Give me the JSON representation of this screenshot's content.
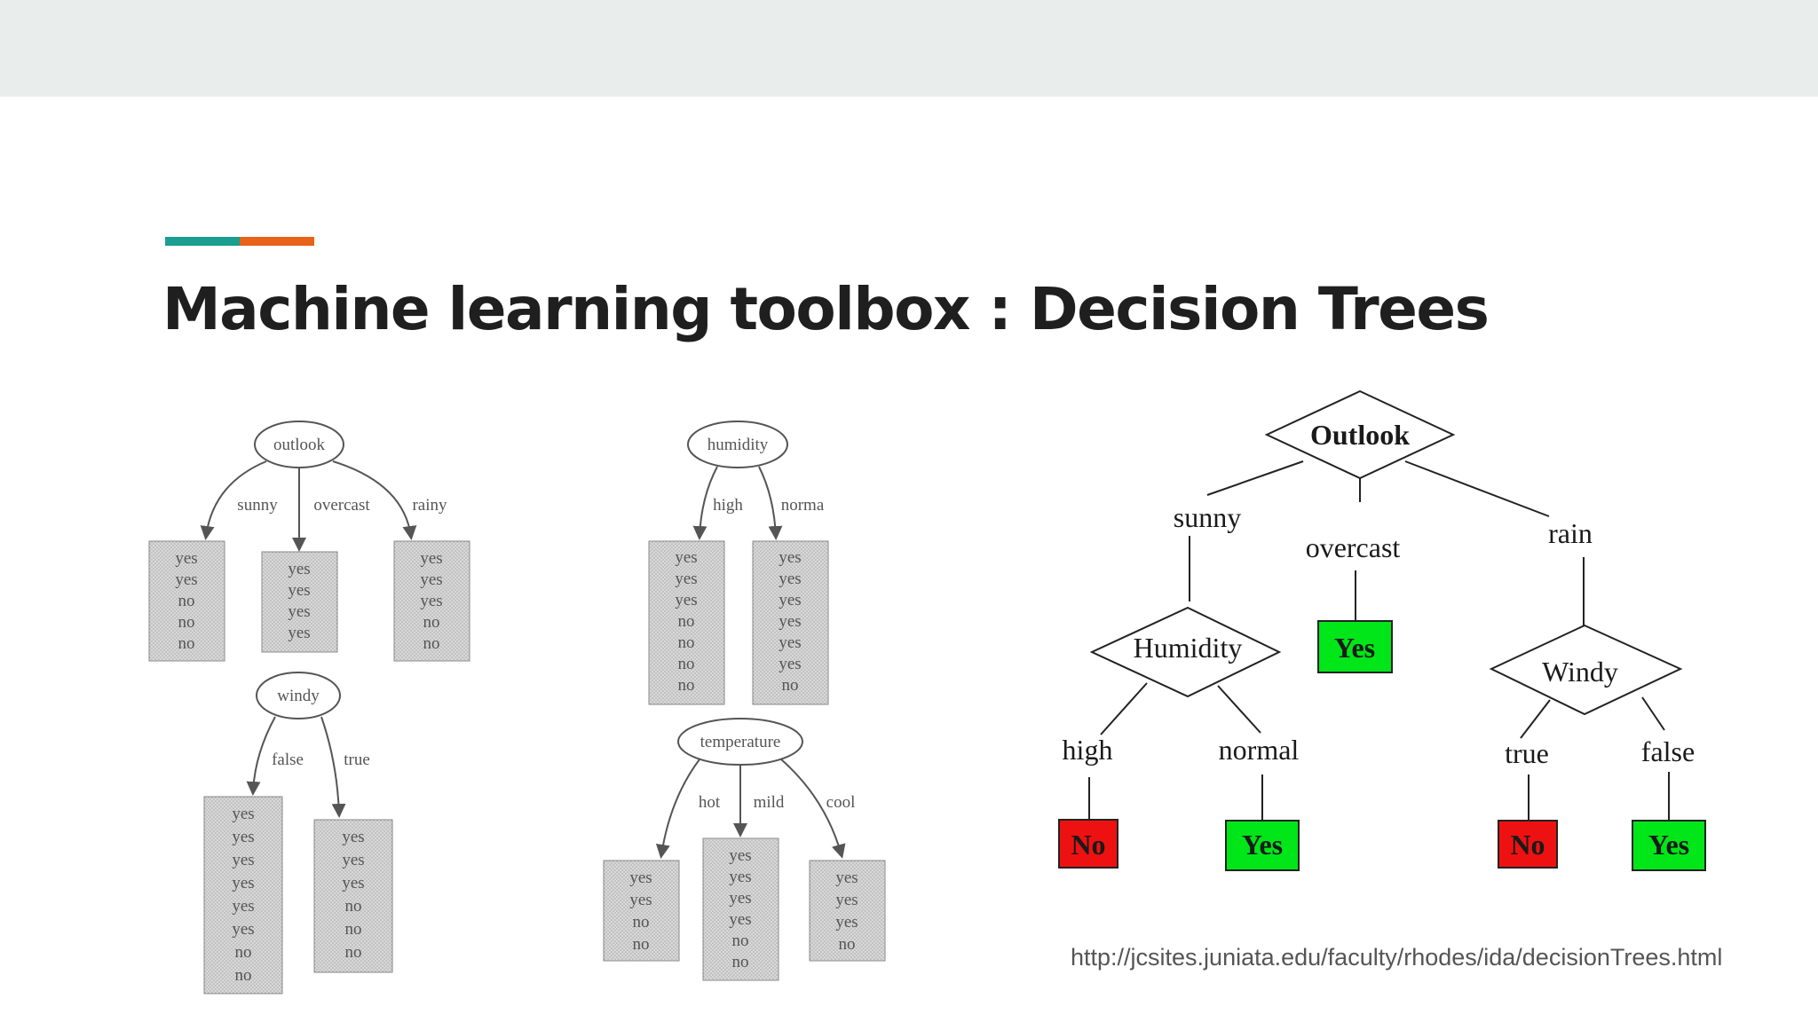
{
  "slide": {
    "title": "Machine learning toolbox : Decision Trees",
    "source": "http://jcsites.juniata.edu/faculty/rhodes/ida/decisionTrees.html"
  },
  "small_trees": {
    "outlook": {
      "node": "outlook",
      "branches": [
        "sunny",
        "overcast",
        "rainy"
      ],
      "leaves": [
        [
          "yes",
          "yes",
          "no",
          "no",
          "no"
        ],
        [
          "yes",
          "yes",
          "yes",
          "yes"
        ],
        [
          "yes",
          "yes",
          "yes",
          "no",
          "no"
        ]
      ]
    },
    "humidity": {
      "node": "humidity",
      "branches": [
        "high",
        "norma"
      ],
      "leaves": [
        [
          "yes",
          "yes",
          "yes",
          "no",
          "no",
          "no",
          "no"
        ],
        [
          "yes",
          "yes",
          "yes",
          "yes",
          "yes",
          "yes",
          "no"
        ]
      ]
    },
    "windy": {
      "node": "windy",
      "branches": [
        "false",
        "true"
      ],
      "leaves": [
        [
          "yes",
          "yes",
          "yes",
          "yes",
          "yes",
          "yes",
          "no",
          "no"
        ],
        [
          "yes",
          "yes",
          "yes",
          "no",
          "no",
          "no"
        ]
      ]
    },
    "temperature": {
      "node": "temperature",
      "branches": [
        "hot",
        "mild",
        "cool"
      ],
      "leaves": [
        [
          "yes",
          "yes",
          "no",
          "no"
        ],
        [
          "yes",
          "yes",
          "yes",
          "yes",
          "no",
          "no"
        ],
        [
          "yes",
          "yes",
          "yes",
          "no"
        ]
      ]
    }
  },
  "big_tree": {
    "root": "Outlook",
    "root_branches": [
      "sunny",
      "overcast",
      "rain"
    ],
    "humidity": "Humidity",
    "humidity_branches": [
      "high",
      "normal"
    ],
    "windy": "Windy",
    "windy_branches": [
      "true",
      "false"
    ],
    "yes_label": "Yes",
    "no_label": "No",
    "colors": {
      "yes": "#00e619",
      "no": "#ee1111"
    }
  }
}
